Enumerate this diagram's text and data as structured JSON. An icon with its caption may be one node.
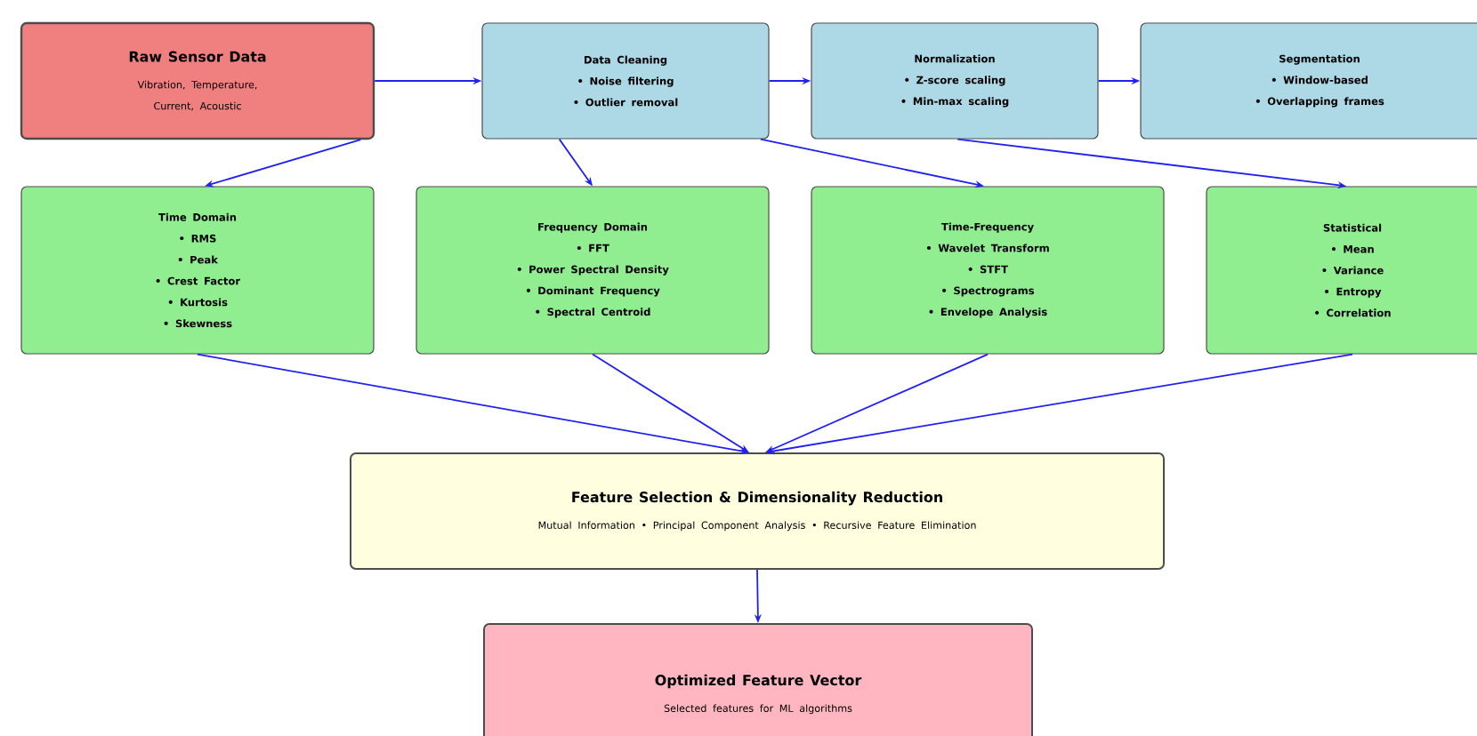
{
  "diagram": {
    "nodes": [
      {
        "text": [
          "Raw Sensor Data",
          "Vibration, Temperature, Current, Acoustic"
        ]
      },
      {
        "text": [
          "Data Cleaning",
          "• Noise filtering",
          "• Outlier removal"
        ]
      },
      {
        "text": [
          "Normalization",
          "• Z-score scaling",
          "• Min-max scaling"
        ]
      },
      {
        "text": [
          "Segmentation",
          "• Window-based",
          "• Overlapping frames"
        ]
      },
      {
        "text": [
          "Time Domain",
          "• RMS",
          "• Peak",
          "• Crest Factor",
          "• Kurtosis",
          "• Skewness"
        ]
      },
      {
        "text": [
          "Frequency Domain",
          "• FFT",
          "• Power Spectral Density",
          "• Dominant Frequency",
          "• Spectral Centroid"
        ]
      },
      {
        "text": [
          "Time-Frequency",
          "• Wavelet Transform",
          "• STFT",
          "• Spectrograms",
          "• Envelope Analysis"
        ]
      },
      {
        "text": [
          "Statistical",
          "• Mean",
          "• Variance",
          "• Entropy",
          "• Correlation"
        ]
      },
      {
        "text": [
          "Feature Selection & Dimensionality Reduction",
          "Mutual Information • Principal Component Analysis • Recursive Feature Elimination"
        ]
      },
      {
        "text": [
          "Optimized Feature Vector",
          "Selected features for ML algorithms"
        ]
      }
    ],
    "edges": [
      {
        "from": 0,
        "to": 1,
        "arrow": "to"
      },
      {
        "from": 1,
        "to": 2,
        "arrow": "to"
      },
      {
        "from": 2,
        "to": 3,
        "arrow": "to"
      },
      {
        "from": 0,
        "to": 4,
        "arrow": "to"
      },
      {
        "from": 1,
        "to": 5,
        "arrow": "to"
      },
      {
        "from": 1,
        "to": 6,
        "arrow": "to"
      },
      {
        "from": 2,
        "to": 7,
        "arrow": "to"
      },
      {
        "from": 4,
        "to": 8,
        "arrow": "to"
      },
      {
        "from": 5,
        "to": 8,
        "arrow": "to"
      },
      {
        "from": 6,
        "to": 8,
        "arrow": "to"
      },
      {
        "from": 7,
        "to": 8,
        "arrow": "to"
      },
      {
        "from": 8,
        "to": 9,
        "arrow": "to"
      }
    ]
  }
}
